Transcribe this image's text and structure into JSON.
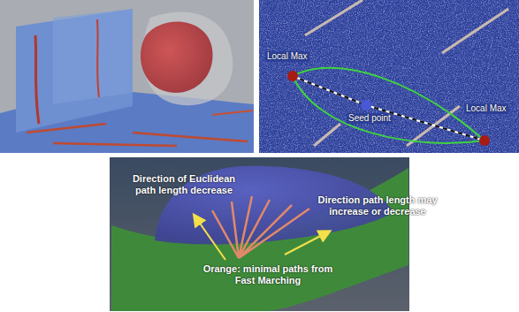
{
  "diagram": {
    "labels": [
      "Local Max",
      "Seed point",
      "Local Max",
      "Direction of Euclidean path length decrease",
      "Direction path length may increase or decrease",
      "Orange: minimal paths from Fast Marching"
    ]
  }
}
